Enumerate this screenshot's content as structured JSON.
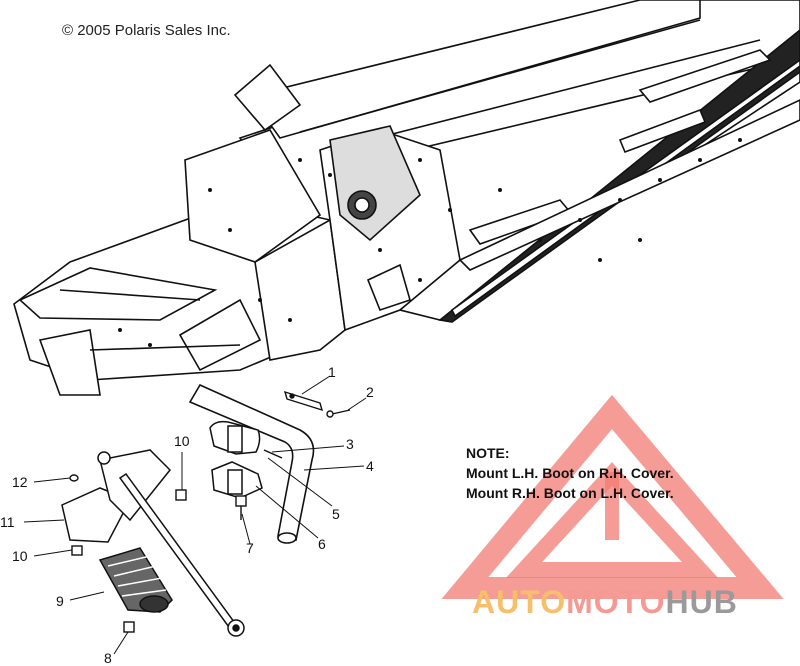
{
  "copyright": "© 2005 Polaris Sales Inc.",
  "note": {
    "heading": "NOTE:",
    "line1": "Mount L.H. Boot on R.H. Cover.",
    "line2": "Mount R.H. Boot on L.H. Cover."
  },
  "callouts": {
    "c1": "1",
    "c2": "2",
    "c3": "3",
    "c4": "4",
    "c5": "5",
    "c6": "6",
    "c7": "7",
    "c8": "8",
    "c9": "9",
    "c10a": "10",
    "c10b": "10",
    "c11": "11",
    "c12": "12"
  },
  "watermark": {
    "part1": "AUTO",
    "part2": "MOTO",
    "part3": "HUB",
    "color_auto": "#f6bf6b",
    "color_moto": "#f59a92",
    "color_hub": "#9a9a9a",
    "triangle_color": "#f37b73"
  }
}
